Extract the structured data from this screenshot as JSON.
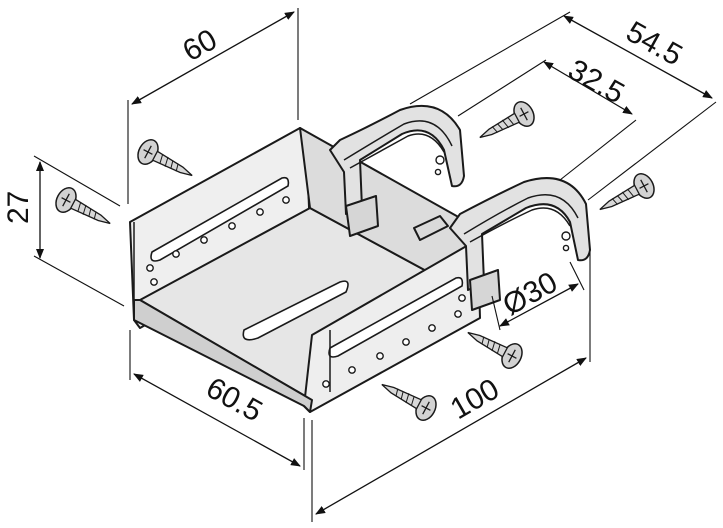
{
  "dimensions": {
    "top_width": "60",
    "height": "27",
    "bottom_width": "60.5",
    "length": "100",
    "outer_depth": "54.5",
    "inner_depth": "32.5",
    "diameter": "Ø30"
  },
  "colors": {
    "plate_face": "#e4e4e4",
    "plate_light": "#f1f1f1",
    "plate_dark": "#c9c9c9",
    "line": "#1a1a1a",
    "screw": "#d2d2d2"
  },
  "screws": {
    "count": 6
  }
}
